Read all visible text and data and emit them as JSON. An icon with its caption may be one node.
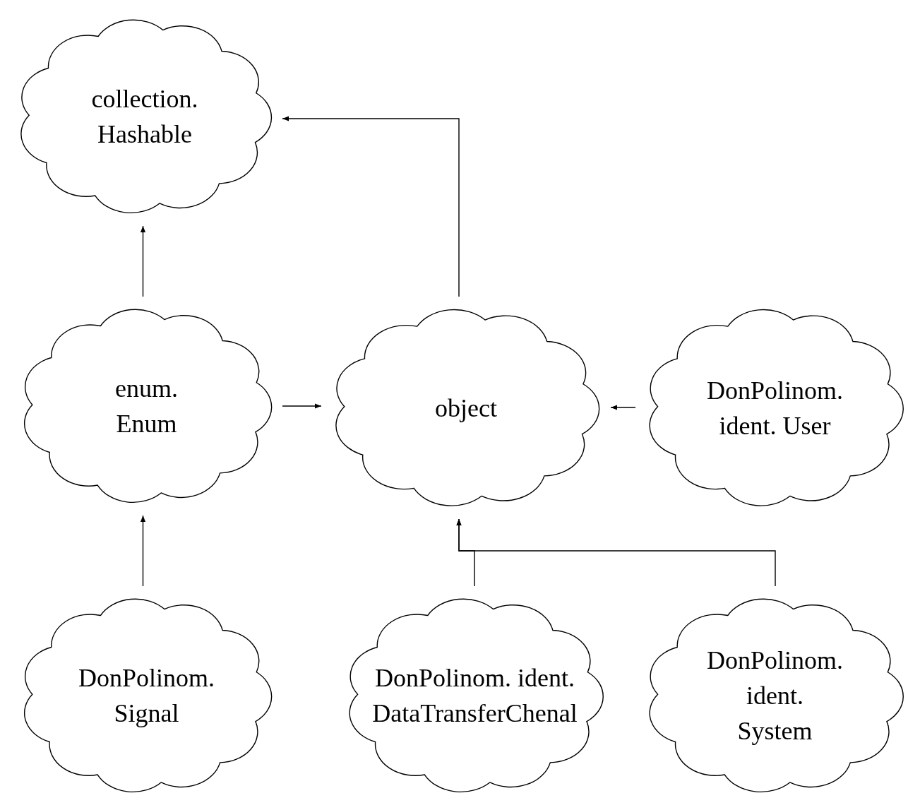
{
  "diagram": {
    "nodes": [
      {
        "text": [
          "collection. Hashable"
        ]
      },
      {
        "text": [
          "enum. Enum"
        ]
      },
      {
        "text": [
          "object"
        ]
      },
      {
        "text": [
          "DonPolinom. ident. User"
        ]
      },
      {
        "text": [
          "DonPolinom. Signal"
        ]
      },
      {
        "text": [
          "DonPolinom. ident. DataTransferChenal"
        ]
      },
      {
        "text": [
          "DonPolinom. ident. System"
        ]
      }
    ],
    "edges": [
      {
        "from": 1,
        "to": 0,
        "arrow": "to"
      },
      {
        "from": 2,
        "to": 0,
        "arrow": "to"
      },
      {
        "from": 1,
        "to": 2,
        "arrow": "to"
      },
      {
        "from": 3,
        "to": 2,
        "arrow": "to"
      },
      {
        "from": 4,
        "to": 1,
        "arrow": "to"
      },
      {
        "from": 5,
        "to": 2,
        "arrow": "to"
      },
      {
        "from": 6,
        "to": 2,
        "arrow": "to"
      }
    ]
  }
}
